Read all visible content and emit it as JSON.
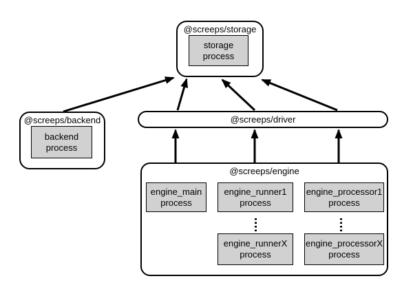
{
  "diagram": {
    "background": "#ffffff",
    "colors": {
      "stroke": "#000000",
      "node_fill": "#ffffff",
      "process_fill": "#d1d1d1"
    },
    "nodes": {
      "storage": {
        "title": "@screeps/storage",
        "process": {
          "line1": "storage",
          "line2": "process"
        }
      },
      "backend": {
        "title": "@screeps/backend",
        "process": {
          "line1": "backend",
          "line2": "process"
        }
      },
      "driver": {
        "title": "@screeps/driver"
      },
      "engine": {
        "title": "@screeps/engine",
        "processes": {
          "main": {
            "line1": "engine_main",
            "line2": "process"
          },
          "runner1": {
            "line1": "engine_runner1",
            "line2": "process"
          },
          "runnerX": {
            "line1": "engine_runnerX",
            "line2": "process"
          },
          "processor1": {
            "line1": "engine_processor1",
            "line2": "process"
          },
          "processorX": {
            "line1": "engine_processorX",
            "line2": "process"
          }
        }
      }
    },
    "edges": [
      {
        "from": "@screeps/backend",
        "to": "@screeps/storage",
        "arrows": 1
      },
      {
        "from": "@screeps/driver",
        "to": "@screeps/storage",
        "arrows": 3
      },
      {
        "from": "@screeps/engine",
        "to": "@screeps/driver",
        "arrows": 3
      }
    ]
  }
}
